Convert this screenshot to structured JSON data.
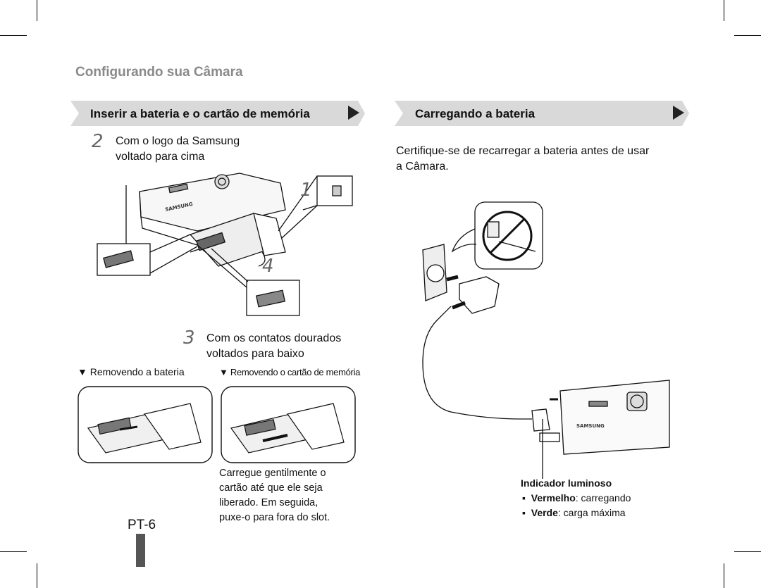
{
  "page": {
    "title": "Configurando sua Câmara",
    "page_number": "PT-6"
  },
  "left_section": {
    "title": "Inserir a bateria e o cartão de memória",
    "step_2": {
      "number": "2",
      "text_line1": "Com o logo da Samsung",
      "text_line2": "voltado para cima"
    },
    "step_3": {
      "number": "3",
      "text_line1": "Com os contatos dourados",
      "text_line2": "voltados para baixo"
    },
    "figure_numbers": {
      "one": "1",
      "four": "4"
    },
    "brand_label": "SAMSUNG",
    "removing_battery": "▼ Removendo a bateria",
    "removing_card": "▼ Removendo o cartão de memória",
    "note": {
      "line1": "Carregue gentilmente o",
      "line2": "cartão até que ele seja",
      "line3": "liberado. Em seguida,",
      "line4": "puxe-o para fora do slot."
    }
  },
  "right_section": {
    "title": "Carregando a bateria",
    "intro_line1": "Certifique-se de recarregar a bateria antes de usar",
    "intro_line2": "a Câmara.",
    "brand_label": "SAMSUNG",
    "indicator": {
      "title": "Indicador luminoso",
      "items": [
        {
          "bullet": "▪",
          "label": "Vermelho",
          "text": ": carregando"
        },
        {
          "bullet": "▪",
          "label": "Verde",
          "text": ": carga máxima"
        }
      ]
    }
  },
  "colors": {
    "section_bar": "#d9d9d9",
    "title_gray": "#8a8a8a",
    "side_tab": "#555555"
  }
}
